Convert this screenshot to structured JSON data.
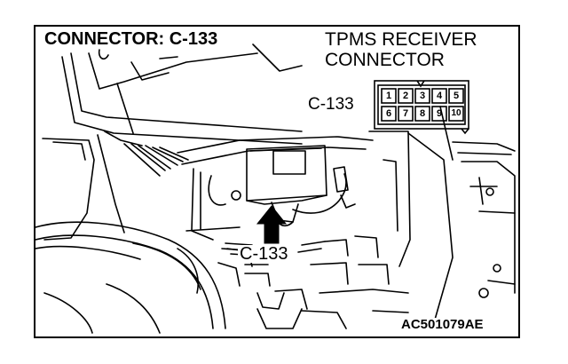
{
  "title": "CONNECTOR: C-133",
  "receiver_label": {
    "line1": "TPMS RECEIVER",
    "line2": "CONNECTOR"
  },
  "connector_face": {
    "label": "C-133",
    "pins_top": [
      "1",
      "2",
      "3",
      "4",
      "5"
    ],
    "pins_bottom": [
      "6",
      "7",
      "8",
      "9",
      "10"
    ]
  },
  "callout": {
    "label": "C-133",
    "arrow": "up-arrow-icon"
  },
  "figure_code": "AC501079AE",
  "colors": {
    "line": "#000000",
    "background": "#ffffff"
  }
}
